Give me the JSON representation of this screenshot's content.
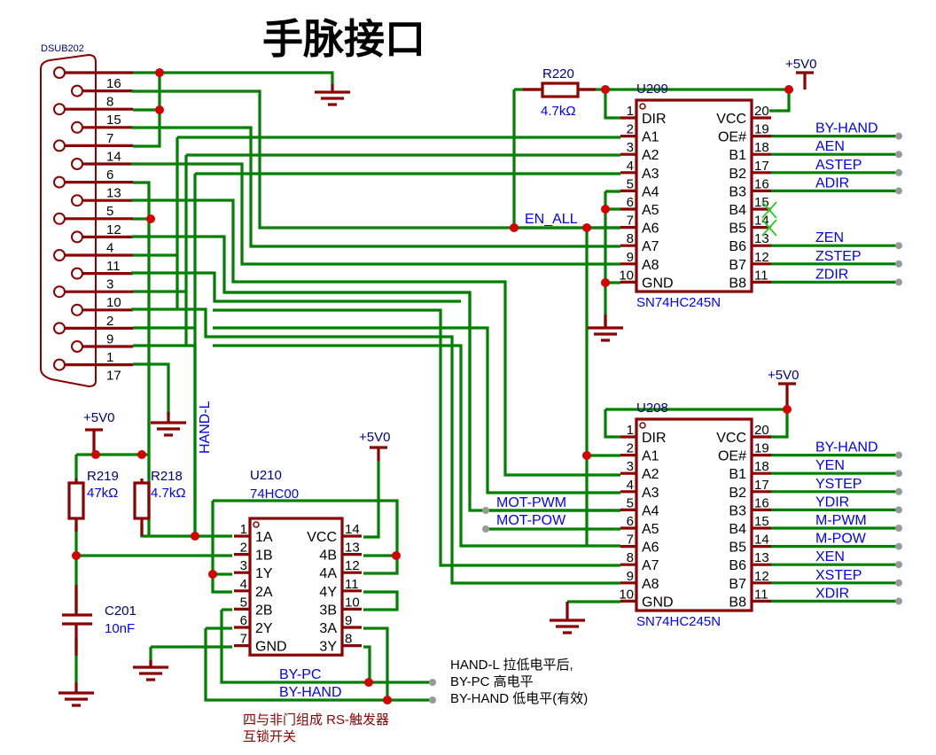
{
  "title": "手脉接口",
  "connector": {
    "ref": "DSUB202",
    "pins": [
      "16",
      "8",
      "15",
      "7",
      "14",
      "6",
      "13",
      "5",
      "12",
      "4",
      "11",
      "3",
      "10",
      "2",
      "9",
      "1",
      "17"
    ]
  },
  "power_label": "+5V0",
  "r220": {
    "ref": "R220",
    "value": "4.7kΩ"
  },
  "r219": {
    "ref": "R219",
    "value": "47kΩ"
  },
  "r218": {
    "ref": "R218",
    "value": "4.7kΩ"
  },
  "c201": {
    "ref": "C201",
    "value": "10nF"
  },
  "u209": {
    "ref": "U209",
    "part": "SN74HC245N",
    "left": [
      [
        "1",
        "DIR"
      ],
      [
        "2",
        "A1"
      ],
      [
        "3",
        "A2"
      ],
      [
        "4",
        "A3"
      ],
      [
        "5",
        "A4"
      ],
      [
        "6",
        "A5"
      ],
      [
        "7",
        "A6"
      ],
      [
        "8",
        "A7"
      ],
      [
        "9",
        "A8"
      ],
      [
        "10",
        "GND"
      ]
    ],
    "right": [
      [
        "20",
        "VCC"
      ],
      [
        "19",
        "OE#"
      ],
      [
        "18",
        "B1"
      ],
      [
        "17",
        "B2"
      ],
      [
        "16",
        "B3"
      ],
      [
        "15",
        "B4"
      ],
      [
        "14",
        "B5"
      ],
      [
        "13",
        "B6"
      ],
      [
        "12",
        "B7"
      ],
      [
        "11",
        "B8"
      ]
    ],
    "nets": [
      "",
      "BY-HAND",
      "AEN",
      "ASTEP",
      "ADIR",
      "",
      "",
      "ZEN",
      "ZSTEP",
      "ZDIR"
    ]
  },
  "u208": {
    "ref": "U208",
    "part": "SN74HC245N",
    "left": [
      [
        "1",
        "DIR"
      ],
      [
        "2",
        "A1"
      ],
      [
        "3",
        "A2"
      ],
      [
        "4",
        "A3"
      ],
      [
        "5",
        "A4"
      ],
      [
        "6",
        "A5"
      ],
      [
        "7",
        "A6"
      ],
      [
        "8",
        "A7"
      ],
      [
        "9",
        "A8"
      ],
      [
        "10",
        "GND"
      ]
    ],
    "right": [
      [
        "20",
        "VCC"
      ],
      [
        "19",
        "OE#"
      ],
      [
        "18",
        "B1"
      ],
      [
        "17",
        "B2"
      ],
      [
        "16",
        "B3"
      ],
      [
        "15",
        "B4"
      ],
      [
        "14",
        "B5"
      ],
      [
        "13",
        "B6"
      ],
      [
        "12",
        "B7"
      ],
      [
        "11",
        "B8"
      ]
    ],
    "nets": [
      "",
      "BY-HAND",
      "YEN",
      "YSTEP",
      "YDIR",
      "M-PWM",
      "M-POW",
      "XEN",
      "XSTEP",
      "XDIR"
    ]
  },
  "u210": {
    "ref": "U210",
    "part": "74HC00",
    "left": [
      [
        "1",
        "1A"
      ],
      [
        "2",
        "1B"
      ],
      [
        "3",
        "1Y"
      ],
      [
        "4",
        "2A"
      ],
      [
        "5",
        "2B"
      ],
      [
        "6",
        "2Y"
      ],
      [
        "7",
        "GND"
      ]
    ],
    "right": [
      [
        "14",
        "VCC"
      ],
      [
        "13",
        "4B"
      ],
      [
        "12",
        "4A"
      ],
      [
        "11",
        "4Y"
      ],
      [
        "10",
        "3B"
      ],
      [
        "9",
        "3A"
      ],
      [
        "8",
        "3Y"
      ]
    ]
  },
  "net_labels": {
    "en_all": "EN_ALL",
    "hand_l": "HAND-L",
    "mot_pwm": "MOT-PWM",
    "mot_pow": "MOT-POW",
    "by_pc": "BY-PC",
    "by_hand": "BY-HAND"
  },
  "notes": {
    "rs_line1": "四与非门组成 RS-触发器",
    "rs_line2": "互锁开关",
    "info_line1": "HAND-L 拉低电平后,",
    "info_line2": "BY-PC 高电平",
    "info_line3": "BY-HAND 低电平(有效)"
  }
}
